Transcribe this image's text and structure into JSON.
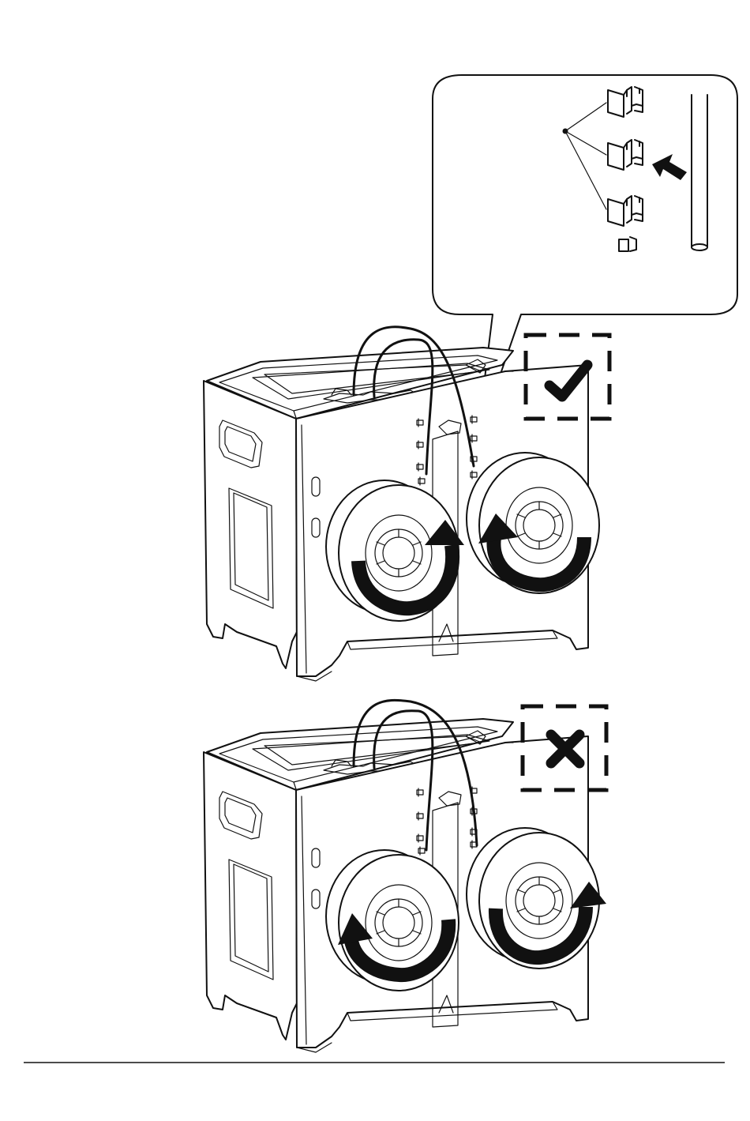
{
  "page": {
    "footer_rule_color": "#111111",
    "ink_color": "#111111",
    "background_color": "#ffffff"
  },
  "figures": [
    {
      "id": "correct-installation",
      "status": "correct",
      "status_icon": "check-icon"
    },
    {
      "id": "incorrect-installation",
      "status": "incorrect",
      "status_icon": "cross-icon"
    }
  ],
  "callout": {
    "parts": [
      "clip-icon",
      "clip-icon",
      "clip-icon",
      "small-clip-icon",
      "guide-rod-icon"
    ],
    "arrow_icon": "arrow-icon"
  }
}
